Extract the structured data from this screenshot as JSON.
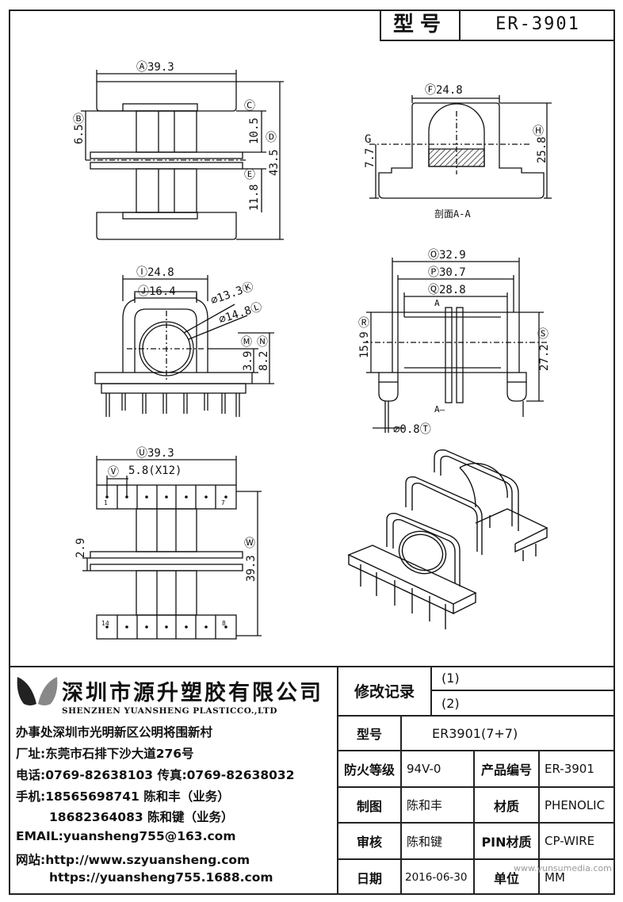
{
  "header": {
    "model_label": "型号",
    "model_value": "ER-3901"
  },
  "views": {
    "front": {
      "a": "Ⓐ39.3",
      "b": "Ⓑ",
      "b_val": "6.5",
      "c": "Ⓒ",
      "c_val": "10.5",
      "d": "Ⓓ",
      "d_val": "43.5",
      "e": "Ⓔ",
      "e_val": "11.8"
    },
    "section": {
      "f": "Ⓕ24.8",
      "g": "G",
      "g_val": "7.7",
      "h": "Ⓗ",
      "h_val": "25.8",
      "caption": "剖面A-A"
    },
    "end": {
      "i": "Ⓘ24.8",
      "j": "Ⓙ16.4",
      "k": "⌀13.3Ⓚ",
      "l": "⌀14.8Ⓛ",
      "m": "Ⓜ",
      "n": "Ⓝ",
      "m_val": "3.9",
      "n_val": "8.2"
    },
    "side": {
      "o": "Ⓞ32.9",
      "p": "Ⓟ30.7",
      "q": "Ⓠ28.8",
      "r": "Ⓡ",
      "r_val": "15.9",
      "s": "Ⓢ",
      "s_val": "27.2",
      "t": "⌀0.8Ⓣ",
      "a_top": "A",
      "a_bot": "A—"
    },
    "bottom_view": {
      "u": "Ⓤ39.3",
      "v": "Ⓥ",
      "pitch": "5.8(X12)",
      "pin1": "1",
      "pin7": "7",
      "pin14": "14",
      "pin8": "8",
      "w": "Ⓦ",
      "w_val": "39.3",
      "left_val": "2.9"
    }
  },
  "company": {
    "name_cn": "深圳市源升塑胶有限公司",
    "name_en": "SHENZHEN YUANSHENG PLASTICCO.,LTD",
    "office": "办事处深圳市光明新区公明将围新村",
    "factory": "厂址:东莞市石排下沙大道276号",
    "phone": "电话:0769-82638103 传真:0769-82638032",
    "mobile1": "手机:18565698741 陈和丰（业务）",
    "mobile2": "18682364083 陈和键（业务）",
    "email": "EMAIL:yuansheng755@163.com",
    "web1": "网站:http://www.szyuansheng.com",
    "web2": "https://yuansheng755.1688.com"
  },
  "table": {
    "revision_label": "修改记录",
    "rev1": "(1)",
    "rev2": "(2)",
    "model_label": "型号",
    "model_value": "ER3901(7+7)",
    "fire_label": "防火等级",
    "fire_value": "94V-0",
    "product_no_label": "产品编号",
    "product_no_value": "ER-3901",
    "drawn_label": "制图",
    "drawn_value": "陈和丰",
    "material_label": "材质",
    "material_value": "PHENOLIC",
    "review_label": "审核",
    "review_value": "陈和键",
    "pin_material_label": "PIN材质",
    "pin_material_value": "CP-WIRE",
    "date_label": "日期",
    "date_value": "2016-06-30",
    "unit_label": "单位",
    "unit_value": "MM"
  },
  "watermark": "www.yunsumedia.com"
}
